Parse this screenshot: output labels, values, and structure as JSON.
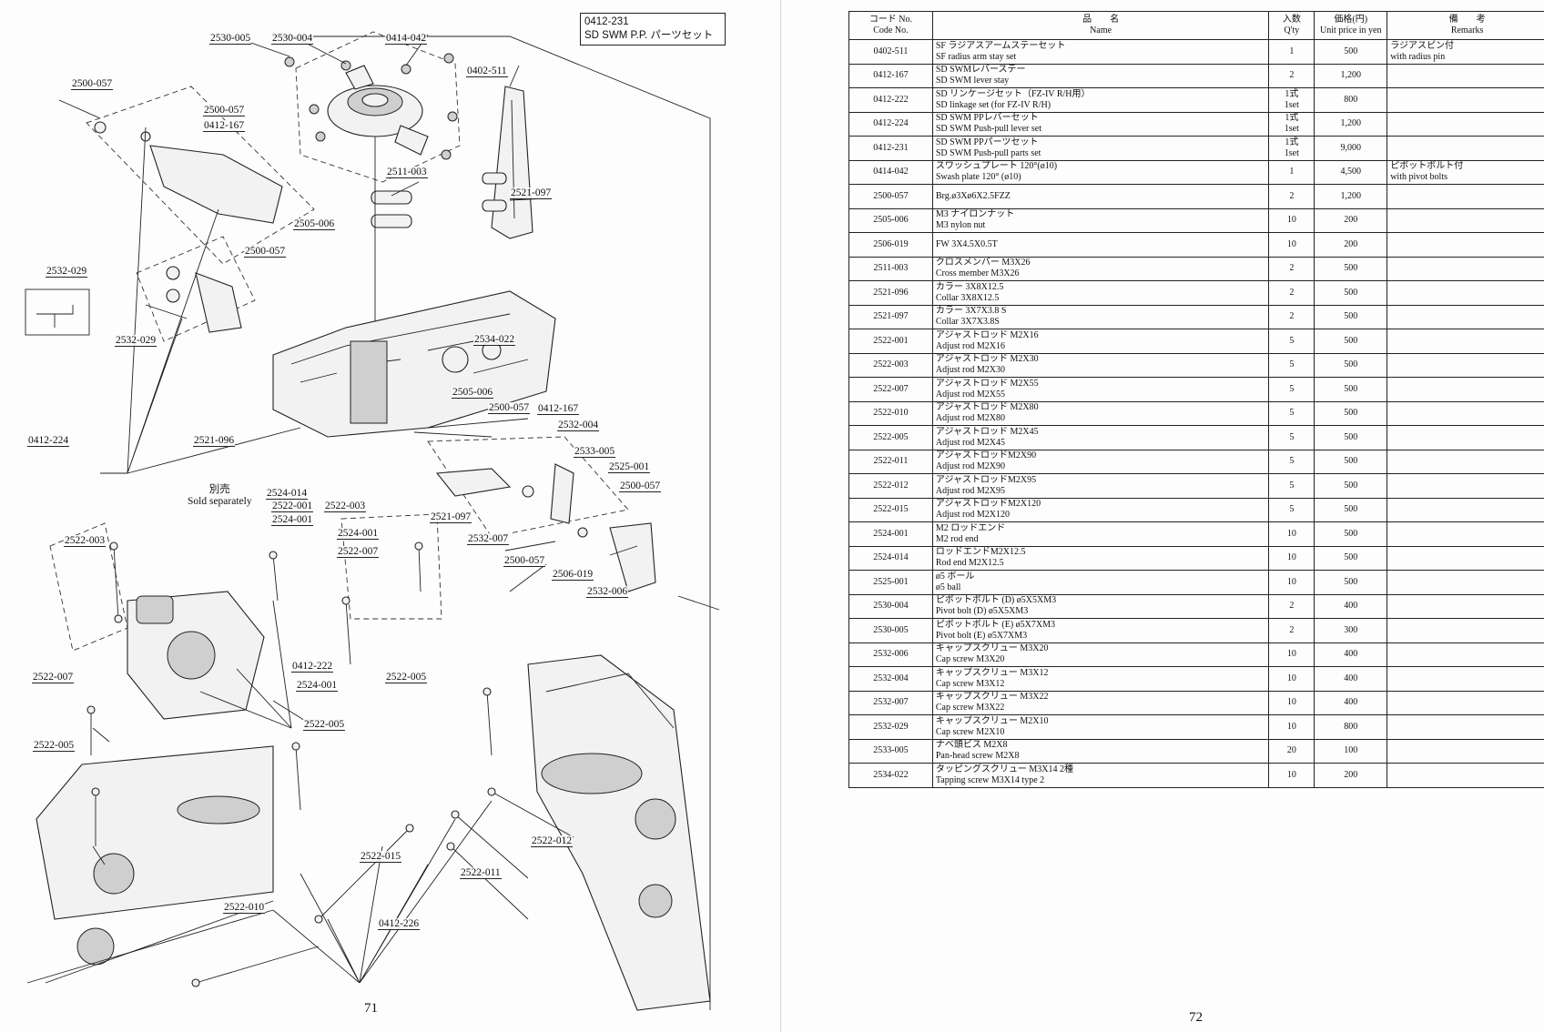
{
  "left_page": {
    "title_code": "0412-231",
    "title_name": "SD SWM P.P. パーツセット",
    "sold_separately_jp": "別売",
    "sold_separately_en": "Sold separately",
    "page_number": "71",
    "callouts": [
      "2530-005",
      "2530-004",
      "0414-042",
      "0402-511",
      "2500-057",
      "2500-057",
      "0412-167",
      "2511-003",
      "2521-097",
      "2505-006",
      "2500-057",
      "2532-029",
      "2532-029",
      "2534-022",
      "2505-006",
      "2500-057",
      "0412-167",
      "2532-004",
      "0412-224",
      "2521-096",
      "2533-005",
      "2525-001",
      "2500-057",
      "2524-014",
      "2522-001",
      "2522-003",
      "2524-001",
      "2524-001",
      "2522-007",
      "2521-097",
      "2522-003",
      "2532-007",
      "2500-057",
      "2506-019",
      "2532-006",
      "0412-222",
      "2524-001",
      "2522-007",
      "2522-005",
      "2522-005",
      "2522-005",
      "2522-015",
      "2522-012",
      "2522-011",
      "2522-010",
      "0412-226"
    ]
  },
  "right_page": {
    "page_number": "72",
    "headers": {
      "code_jp": "コード No.",
      "code_en": "Code No.",
      "name_jp": "品　　名",
      "name_en": "Name",
      "qty_jp": "入数",
      "qty_en": "Q'ty",
      "price_jp": "価格(円)",
      "price_en": "Unit price in yen",
      "remarks_jp": "備　　考",
      "remarks_en": "Remarks"
    },
    "rows": [
      {
        "code": "0402-511",
        "name_jp": "SF ラジアスアームステーセット",
        "name_en": "SF radius arm stay set",
        "qty": "1",
        "price": "500",
        "rem_jp": "ラジアスピン付",
        "rem_en": "with radius pin"
      },
      {
        "code": "0412-167",
        "name_jp": "SD SWMレバーステー",
        "name_en": "SD SWM lever stay",
        "qty": "2",
        "price": "1,200",
        "rem_jp": "",
        "rem_en": ""
      },
      {
        "code": "0412-222",
        "name_jp": "SD リンケージセット（FZ-IV R/H用）",
        "name_en": "SD linkage set (for FZ-IV R/H)",
        "qty": "1式",
        "qty2": "1set",
        "price": "800",
        "rem_jp": "",
        "rem_en": ""
      },
      {
        "code": "0412-224",
        "name_jp": "SD SWM PPレバーセット",
        "name_en": "SD SWM Push-pull lever set",
        "qty": "1式",
        "qty2": "1set",
        "price": "1,200",
        "rem_jp": "",
        "rem_en": ""
      },
      {
        "code": "0412-231",
        "name_jp": "SD SWM PPパーツセット",
        "name_en": "SD SWM Push-pull parts set",
        "qty": "1式",
        "qty2": "1set",
        "price": "9,000",
        "rem_jp": "",
        "rem_en": ""
      },
      {
        "code": "0414-042",
        "name_jp": "スワッシュプレート 120°(ø10)",
        "name_en": "Swash plate 120° (ø10)",
        "qty": "1",
        "price": "4,500",
        "rem_jp": "ピボットボルト付",
        "rem_en": "with pivot bolts"
      },
      {
        "code": "2500-057",
        "name_jp": "",
        "name_en": "Brg.ø3Xø6X2.5FZZ",
        "qty": "2",
        "price": "1,200",
        "rem_jp": "",
        "rem_en": ""
      },
      {
        "code": "2505-006",
        "name_jp": "M3 ナイロンナット",
        "name_en": "M3 nylon nut",
        "qty": "10",
        "price": "200",
        "rem_jp": "",
        "rem_en": ""
      },
      {
        "code": "2506-019",
        "name_jp": "",
        "name_en": "FW 3X4.5X0.5T",
        "qty": "10",
        "price": "200",
        "rem_jp": "",
        "rem_en": ""
      },
      {
        "code": "2511-003",
        "name_jp": "クロスメンバー M3X26",
        "name_en": "Cross member M3X26",
        "qty": "2",
        "price": "500",
        "rem_jp": "",
        "rem_en": ""
      },
      {
        "code": "2521-096",
        "name_jp": "カラー 3X8X12.5",
        "name_en": "Collar 3X8X12.5",
        "qty": "2",
        "price": "500",
        "rem_jp": "",
        "rem_en": ""
      },
      {
        "code": "2521-097",
        "name_jp": "カラー 3X7X3.8 S",
        "name_en": "Collar 3X7X3.8S",
        "qty": "2",
        "price": "500",
        "rem_jp": "",
        "rem_en": ""
      },
      {
        "code": "2522-001",
        "name_jp": "アジャストロッド M2X16",
        "name_en": "Adjust rod M2X16",
        "qty": "5",
        "price": "500",
        "rem_jp": "",
        "rem_en": ""
      },
      {
        "code": "2522-003",
        "name_jp": "アジャストロッド M2X30",
        "name_en": "Adjust rod M2X30",
        "qty": "5",
        "price": "500",
        "rem_jp": "",
        "rem_en": ""
      },
      {
        "code": "2522-007",
        "name_jp": "アジャストロッド M2X55",
        "name_en": "Adjust rod M2X55",
        "qty": "5",
        "price": "500",
        "rem_jp": "",
        "rem_en": ""
      },
      {
        "code": "2522-010",
        "name_jp": "アジャストロッド M2X80",
        "name_en": "Adjust rod M2X80",
        "qty": "5",
        "price": "500",
        "rem_jp": "",
        "rem_en": ""
      },
      {
        "code": "2522-005",
        "name_jp": "アジャストロッド M2X45",
        "name_en": "Adjust rod M2X45",
        "qty": "5",
        "price": "500",
        "rem_jp": "",
        "rem_en": ""
      },
      {
        "code": "2522-011",
        "name_jp": "アジャストロッドM2X90",
        "name_en": "Adjust rod M2X90",
        "qty": "5",
        "price": "500",
        "rem_jp": "",
        "rem_en": ""
      },
      {
        "code": "2522-012",
        "name_jp": "アジャストロッドM2X95",
        "name_en": "Adjust rod M2X95",
        "qty": "5",
        "price": "500",
        "rem_jp": "",
        "rem_en": ""
      },
      {
        "code": "2522-015",
        "name_jp": "アジャストロッドM2X120",
        "name_en": "Adjust rod M2X120",
        "qty": "5",
        "price": "500",
        "rem_jp": "",
        "rem_en": ""
      },
      {
        "code": "2524-001",
        "name_jp": "M2 ロッドエンド",
        "name_en": "M2 rod end",
        "qty": "10",
        "price": "500",
        "rem_jp": "",
        "rem_en": ""
      },
      {
        "code": "2524-014",
        "name_jp": "ロッドエンドM2X12.5",
        "name_en": "Rod end M2X12.5",
        "qty": "10",
        "price": "500",
        "rem_jp": "",
        "rem_en": ""
      },
      {
        "code": "2525-001",
        "name_jp": "ø5 ボール",
        "name_en": "ø5 ball",
        "qty": "10",
        "price": "500",
        "rem_jp": "",
        "rem_en": ""
      },
      {
        "code": "2530-004",
        "name_jp": "ピボットボルト (D) ø5X5XM3",
        "name_en": "Pivot bolt (D) ø5X5XM3",
        "qty": "2",
        "price": "400",
        "rem_jp": "",
        "rem_en": ""
      },
      {
        "code": "2530-005",
        "name_jp": "ピボットボルト (E) ø5X7XM3",
        "name_en": "Pivot bolt (E) ø5X7XM3",
        "qty": "2",
        "price": "300",
        "rem_jp": "",
        "rem_en": ""
      },
      {
        "code": "2532-006",
        "name_jp": "キャップスクリュー M3X20",
        "name_en": "Cap screw M3X20",
        "qty": "10",
        "price": "400",
        "rem_jp": "",
        "rem_en": ""
      },
      {
        "code": "2532-004",
        "name_jp": "キャップスクリュー M3X12",
        "name_en": "Cap screw M3X12",
        "qty": "10",
        "price": "400",
        "rem_jp": "",
        "rem_en": ""
      },
      {
        "code": "2532-007",
        "name_jp": "キャップスクリュー M3X22",
        "name_en": "Cap screw M3X22",
        "qty": "10",
        "price": "400",
        "rem_jp": "",
        "rem_en": ""
      },
      {
        "code": "2532-029",
        "name_jp": "キャップスクリュー M2X10",
        "name_en": "Cap screw M2X10",
        "qty": "10",
        "price": "800",
        "rem_jp": "",
        "rem_en": ""
      },
      {
        "code": "2533-005",
        "name_jp": "ナベ頭ビス M2X8",
        "name_en": "Pan-head screw M2X8",
        "qty": "20",
        "price": "100",
        "rem_jp": "",
        "rem_en": ""
      },
      {
        "code": "2534-022",
        "name_jp": "タッピングスクリュー M3X14 2種",
        "name_en": "Tapping screw M3X14 type 2",
        "qty": "10",
        "price": "200",
        "rem_jp": "",
        "rem_en": ""
      }
    ]
  }
}
